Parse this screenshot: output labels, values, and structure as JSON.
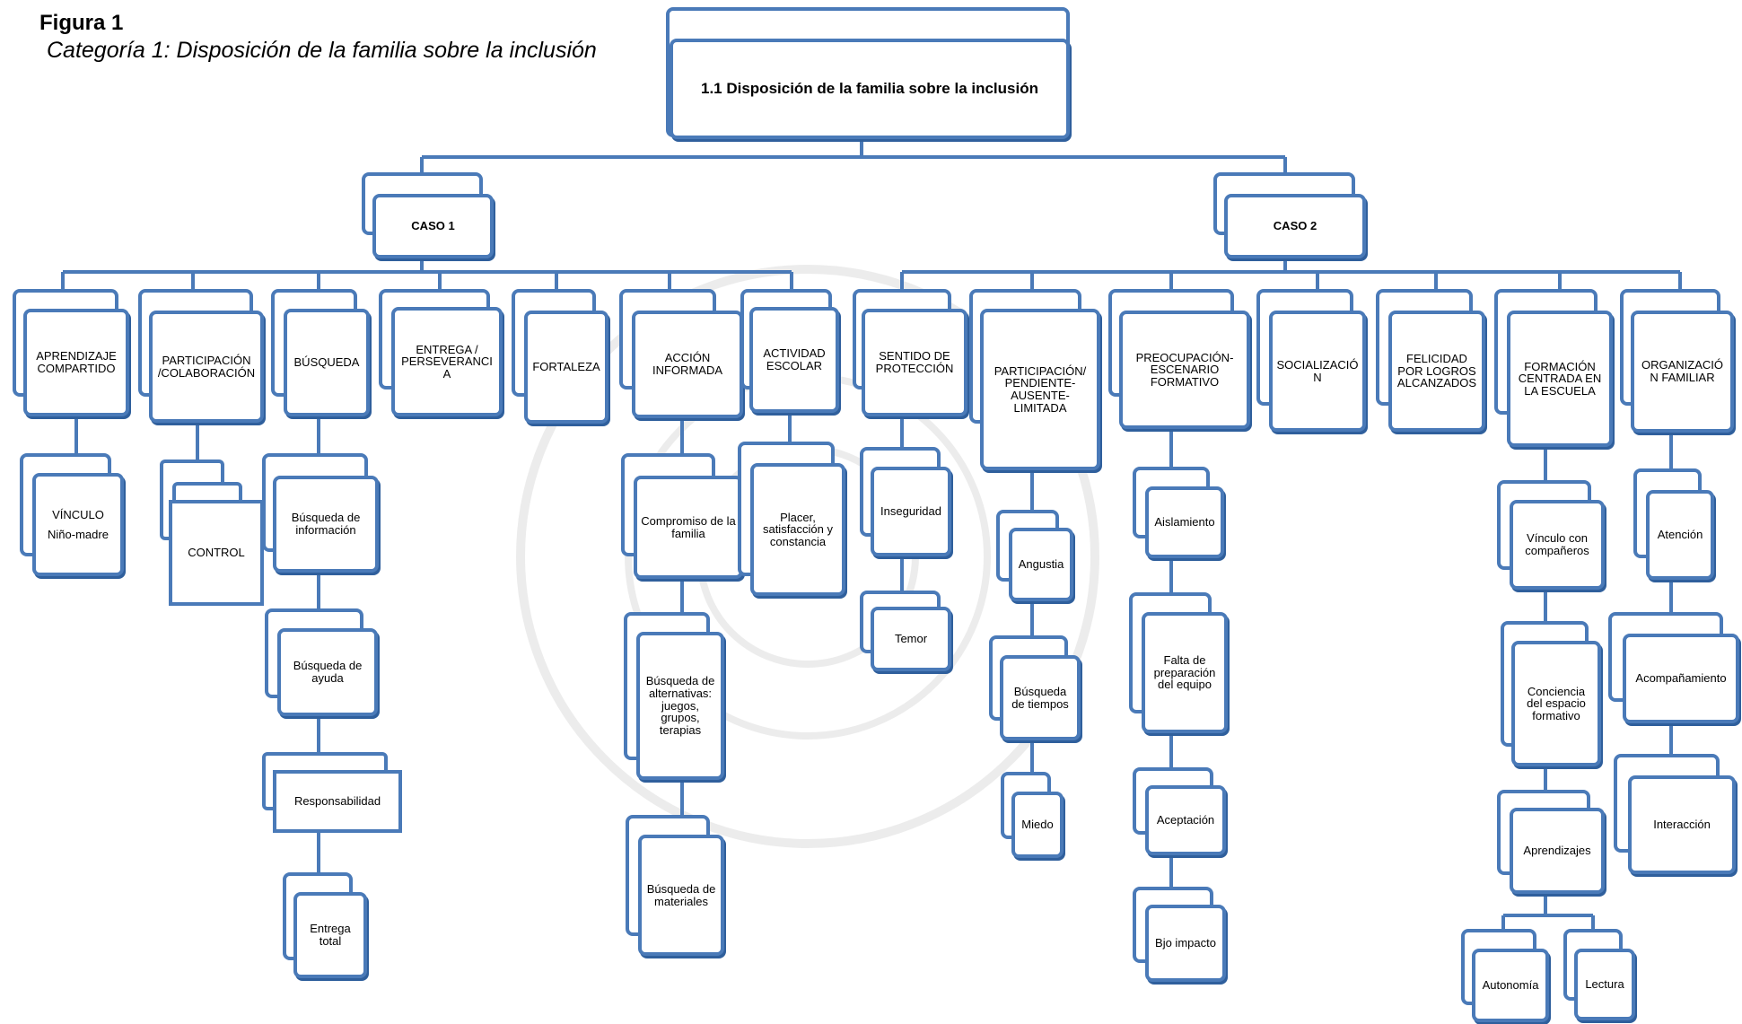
{
  "figure": {
    "label": "Figura  1",
    "caption": "Categoría 1: Disposición de la familia sobre la inclusión"
  },
  "colors": {
    "border": "#4a7ab8",
    "shadow": "#2f5f9c",
    "connector": "#4a7ab8"
  },
  "root": {
    "label": "1.1 Disposición de la familia sobre la inclusión"
  },
  "cases": {
    "case1": {
      "label": "CASO 1"
    },
    "case2": {
      "label": "CASO 2"
    }
  },
  "case1": {
    "aprendizaje": "APRENDIZAJE COMPARTIDO",
    "vinculo": "VÍNCULO",
    "vinculo_sub": "Niño-madre",
    "participacion": "PARTICIPACIÓN /COLABORACIÓN",
    "control": "CONTROL",
    "busqueda": "BÚSQUEDA",
    "busqueda_info": "Búsqueda de información",
    "busqueda_ayuda": "Búsqueda de ayuda",
    "responsabilidad": "Responsabilidad",
    "entrega_total": "Entrega total",
    "entrega": "ENTREGA / PERSEVERANCIA",
    "fortaleza": "FORTALEZA",
    "accion": "ACCIÓN INFORMADA",
    "compromiso": "Compromiso de la familia",
    "busqueda_alt": "Búsqueda de alternativas: juegos, grupos, terapias",
    "busqueda_mat": "Búsqueda de materiales",
    "actividad": "ACTIVIDAD ESCOLAR",
    "placer": "Placer, satisfacción y constancia"
  },
  "case2": {
    "sentido": "SENTIDO DE PROTECCIÓN",
    "inseguridad": "Inseguridad",
    "temor": "Temor",
    "participacion2": "PARTICIPACIÓN/ PENDIENTE- AUSENTE- LIMITADA",
    "angustia": "Angustia",
    "busqueda_tiempos": "Búsqueda de tiempos",
    "miedo": "Miedo",
    "preocupacion": "PREOCUPACIÓN- ESCENARIO FORMATIVO",
    "aislamiento": "Aislamiento",
    "falta": "Falta de preparación del equipo",
    "aceptacion": "Aceptación",
    "bajo": "Bjo impacto",
    "socializacion": "SOCIALIZACIÓN",
    "felicidad": "FELICIDAD POR LOGROS ALCANZADOS",
    "formacion": "FORMACIÓN CENTRADA EN LA ESCUELA",
    "vinculo_comp": "Vínculo con compañeros",
    "conciencia": "Conciencia del espacio formativo",
    "aprendizajes": "Aprendizajes",
    "autonomia": "Autonomía",
    "lectura": "Lectura",
    "organizacion": "ORGANIZACIÓN FAMILIAR",
    "atencion": "Atención",
    "acompanamiento": "Acompañamiento",
    "interaccion": "Interacción"
  }
}
